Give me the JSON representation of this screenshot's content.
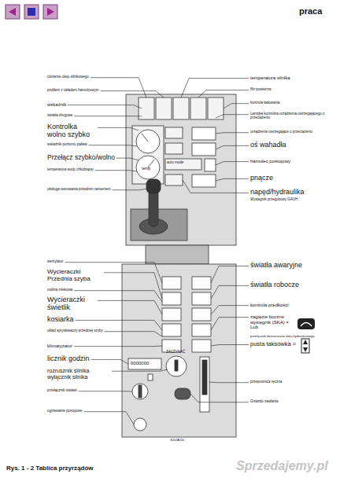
{
  "diagram": {
    "title": "praca",
    "caption": "Rys. 1 - 2 Tablica przyrządów",
    "labels": [
      "ciśnienie oleju silnikowego",
      "temperatura silnika",
      "problem z układem hamulcowym",
      "filtr powietrza",
      "wskaźnik",
      "kontrola ładowania",
      "światła drogowe",
      "Lampka kontrolna urządzenia ostrzegającego o przeciążeniu",
      "Kontrolka wolno szybko",
      "urządzenie ostrzegające o przeciążeniu",
      "wskaźnik poziomu paliwa",
      "oś wahadła",
      "Przełącz szybko/wolno",
      "hamulec postojowy",
      "temp",
      "auto mode",
      "temperatura wody chłodzącej",
      "pnącze",
      "obsługa sterowania przednim ramieniem",
      "napęd/hydraulika",
      "Wysięgnik przegubowy GAUH",
      "wentylator",
      "Wycieraczki Przednia szyba",
      "światła awaryjne",
      "roślina mlekowa",
      "światła robocze",
      "Wycieraczki świetlik",
      "kontrola prędkości",
      "kosiarka",
      "zagięcie boczne wysięgnik (SKA) = Lub",
      "układ spryskiwaczy przedniej szyby",
      "przełącznik dostarczania oleju hydraulicznego",
      "pusta taksówka =",
      "klimatyzator",
      "ZACZYNAĆ",
      "licznik godzin",
      "0000000",
      "przepustnica ręczna",
      "rozrusznik silnika wyłącznik silnika",
      "Gniazdo zasilania",
      "przełącznik świateł",
      "ogrzewanie postojowe",
      "3002A550",
      "Sprzedajemy.pl"
    ]
  }
}
